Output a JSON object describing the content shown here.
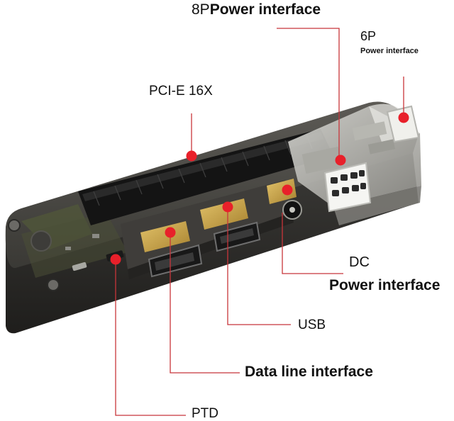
{
  "labels": {
    "pin8_prefix": "8P",
    "pin8_text": "Power interface",
    "pin6": "6P",
    "pin6_sub": "Power interface",
    "pcie": "PCI-E 16X",
    "dc": "DC",
    "dc_power": "Power interface",
    "usb": "USB",
    "data_line": "Data line interface",
    "ptd": "PTD"
  },
  "colors": {
    "leader_line": "#c8353a",
    "marker": "#e8202a",
    "case_dark": "#2e2d2b",
    "case_mid": "#4a4844",
    "board_green": "#53583a",
    "slot_black": "#151515",
    "connector_metal": "#c9a64a",
    "power_white": "#f2f2ef"
  }
}
